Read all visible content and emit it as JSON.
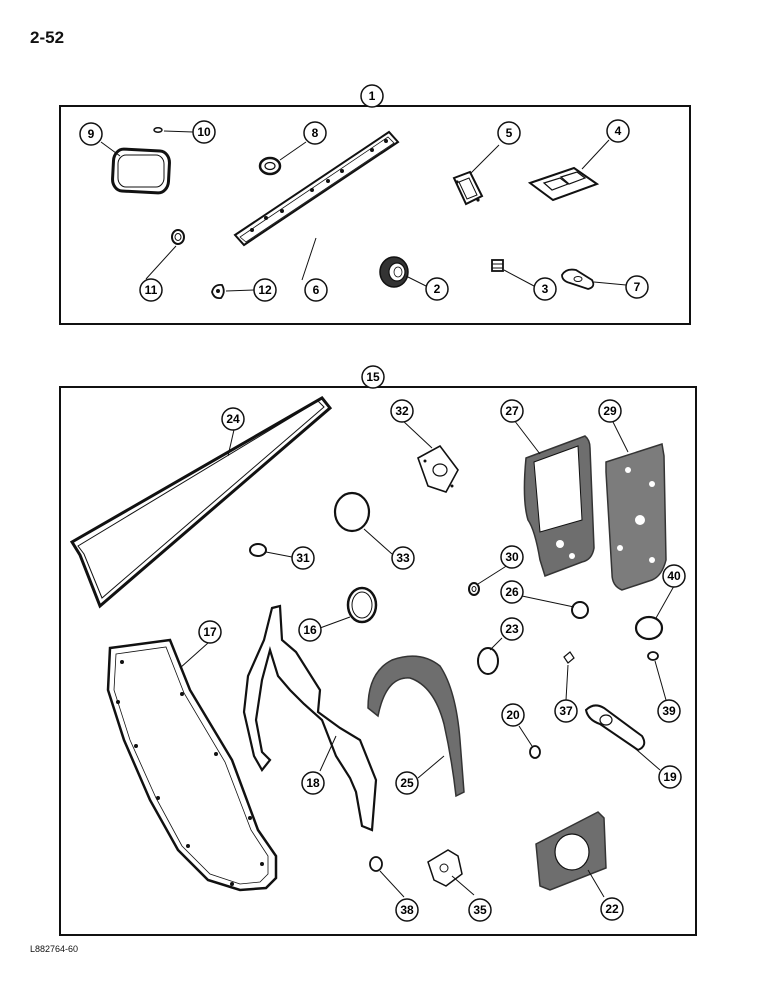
{
  "page_number": "2-52",
  "drawing_code": "L882764-60",
  "kits": [
    {
      "id": "kit-top",
      "label": "1"
    },
    {
      "id": "kit-bottom",
      "label": "15"
    }
  ],
  "callouts": [
    "2",
    "3",
    "4",
    "5",
    "6",
    "7",
    "8",
    "9",
    "10",
    "11",
    "12",
    "16",
    "17",
    "18",
    "19",
    "20",
    "22",
    "23",
    "24",
    "25",
    "26",
    "27",
    "29",
    "30",
    "31",
    "32",
    "33",
    "35",
    "37",
    "38",
    "39",
    "40"
  ]
}
